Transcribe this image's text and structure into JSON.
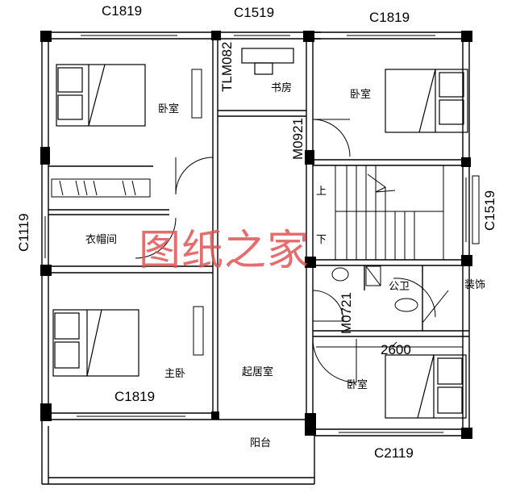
{
  "windows": {
    "top_left": "C1819",
    "top_mid": "C1519",
    "top_right": "C1819",
    "left_mid": "C1119",
    "right_mid": "C1519",
    "bottom_left": "C1819",
    "bottom_right": "C2119"
  },
  "doors": {
    "study_tlm": "TLM082",
    "study_door": "M0921",
    "wc_door": "M0721"
  },
  "dimension_2600": "2600",
  "rooms": {
    "bedroom_tl": "卧室",
    "study": "书房",
    "bedroom_tr": "卧室",
    "cloakroom": "衣帽间",
    "master_bedroom": "主卧",
    "living": "起居室",
    "public_wc": "公卫",
    "bedroom_br": "卧室",
    "balcony": "阳台",
    "decor": "装饰"
  },
  "stair": {
    "up": "上",
    "down": "下"
  },
  "watermark": "图纸之家"
}
